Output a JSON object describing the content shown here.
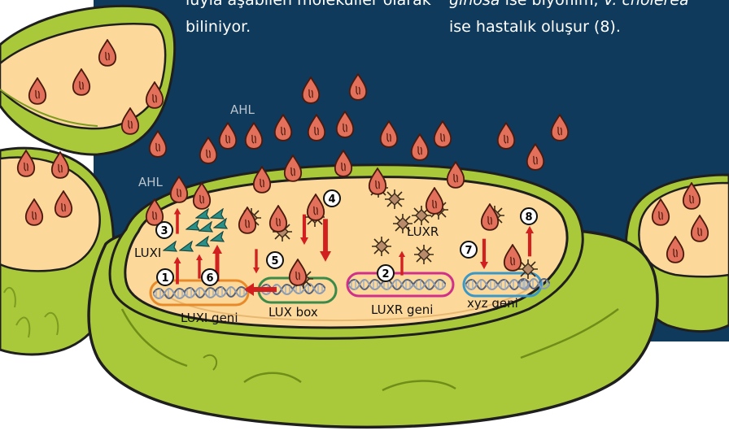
{
  "colors": {
    "background_panel": "#0f3a5c",
    "cell_outer": "#a9c93a",
    "cell_inner": "#fcd99a",
    "ahl_molecule": "#e2705a",
    "luxr_protein": "#b88c6a",
    "luxi_protein": "#2a8f86",
    "arrow": "#d21f1f",
    "dna": "#7f8fa3"
  },
  "header_text": {
    "left_line1": "luyla aşabilen moleküller olarak",
    "left_line2": "biliniyor.",
    "right_line1_italic": "ginosa",
    "right_line1_rest": " ise biyofilm, ",
    "right_line1_italic2": "V. cholerea",
    "right_line2": "ise hastalık oluşur (8)."
  },
  "labels": {
    "ahl_top": "AHL",
    "ahl_left": "AHL",
    "luxi": "LUXI",
    "luxr": "LUXR",
    "luxi_gene": "LUXI geni",
    "lux_box": "LUX box",
    "luxr_gene": "LUXR geni",
    "xyz_gene": "xyz geni"
  },
  "steps": [
    "1",
    "2",
    "3",
    "4",
    "5",
    "6",
    "7",
    "8"
  ],
  "icons": {
    "ahl": "ahl-molecule-icon",
    "luxr": "luxr-protein-icon",
    "luxi": "luxi-protein-icon",
    "arrow": "arrow-icon"
  }
}
